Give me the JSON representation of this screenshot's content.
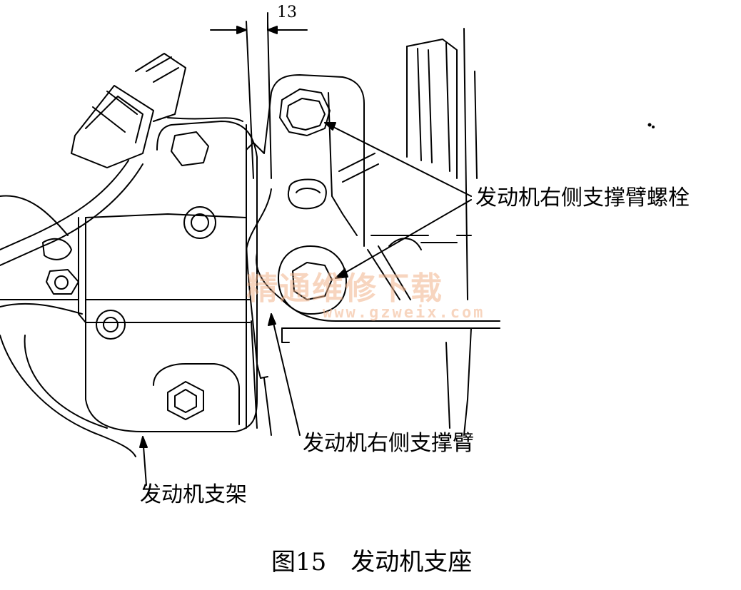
{
  "figure": {
    "dimension_label": "13",
    "labels": {
      "bolt": "发动机右侧支撑臂螺栓",
      "arm": "发动机右侧支撑臂",
      "bracket": "发动机支架"
    },
    "caption": "图15　发动机支座"
  },
  "watermark": {
    "text": "精通维修下载",
    "url": "www.gzweix.com",
    "color": "#f2b48c"
  },
  "colors": {
    "line": "#000000",
    "background": "#ffffff"
  }
}
